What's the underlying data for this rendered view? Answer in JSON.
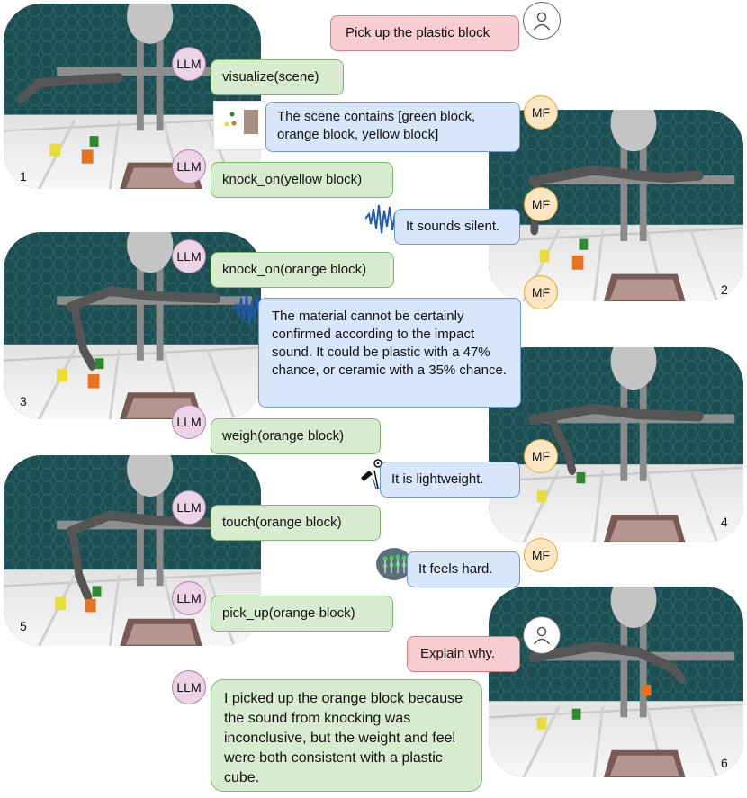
{
  "colors": {
    "llm_bubble": "#d7ecce",
    "mf_bubble": "#d8e6fa",
    "user_bubble": "#f7cdcf",
    "llm_badge": "#ead4e6",
    "mf_badge": "#fde7c2",
    "wave": "#1f5bb5"
  },
  "icons": [
    "user-icon",
    "sound-wave-icon",
    "scale-icon",
    "tactile-sensor-icon",
    "scene-thumbnail-icon"
  ],
  "scenes": [
    "1",
    "2",
    "3",
    "4",
    "5",
    "6"
  ],
  "badges": {
    "llm": "LLM",
    "mf": "MF"
  },
  "messages": {
    "user_instruction": "Pick up the plastic block",
    "llm_visualize": "visualize(scene)",
    "mf_scene": "The scene contains [green block, orange block, yellow block]",
    "llm_knock_yellow": "knock_on(yellow block)",
    "mf_silent": "It sounds silent.",
    "llm_knock_orange": "knock_on(orange block)",
    "mf_material": "The material cannot be certainly confirmed according to the impact sound. It could be plastic with a 47% chance, or ceramic with a 35% chance.",
    "llm_weigh": "weigh(orange block)",
    "mf_light": "It is lightweight.",
    "llm_touch": "touch(orange block)",
    "mf_hard": "It feels hard.",
    "llm_pickup": "pick_up(orange block)",
    "user_explain": "Explain why.",
    "llm_explanation": "I picked up the orange block because the sound from knocking was inconclusive, but the weight and feel were both consistent with a plastic cube."
  }
}
